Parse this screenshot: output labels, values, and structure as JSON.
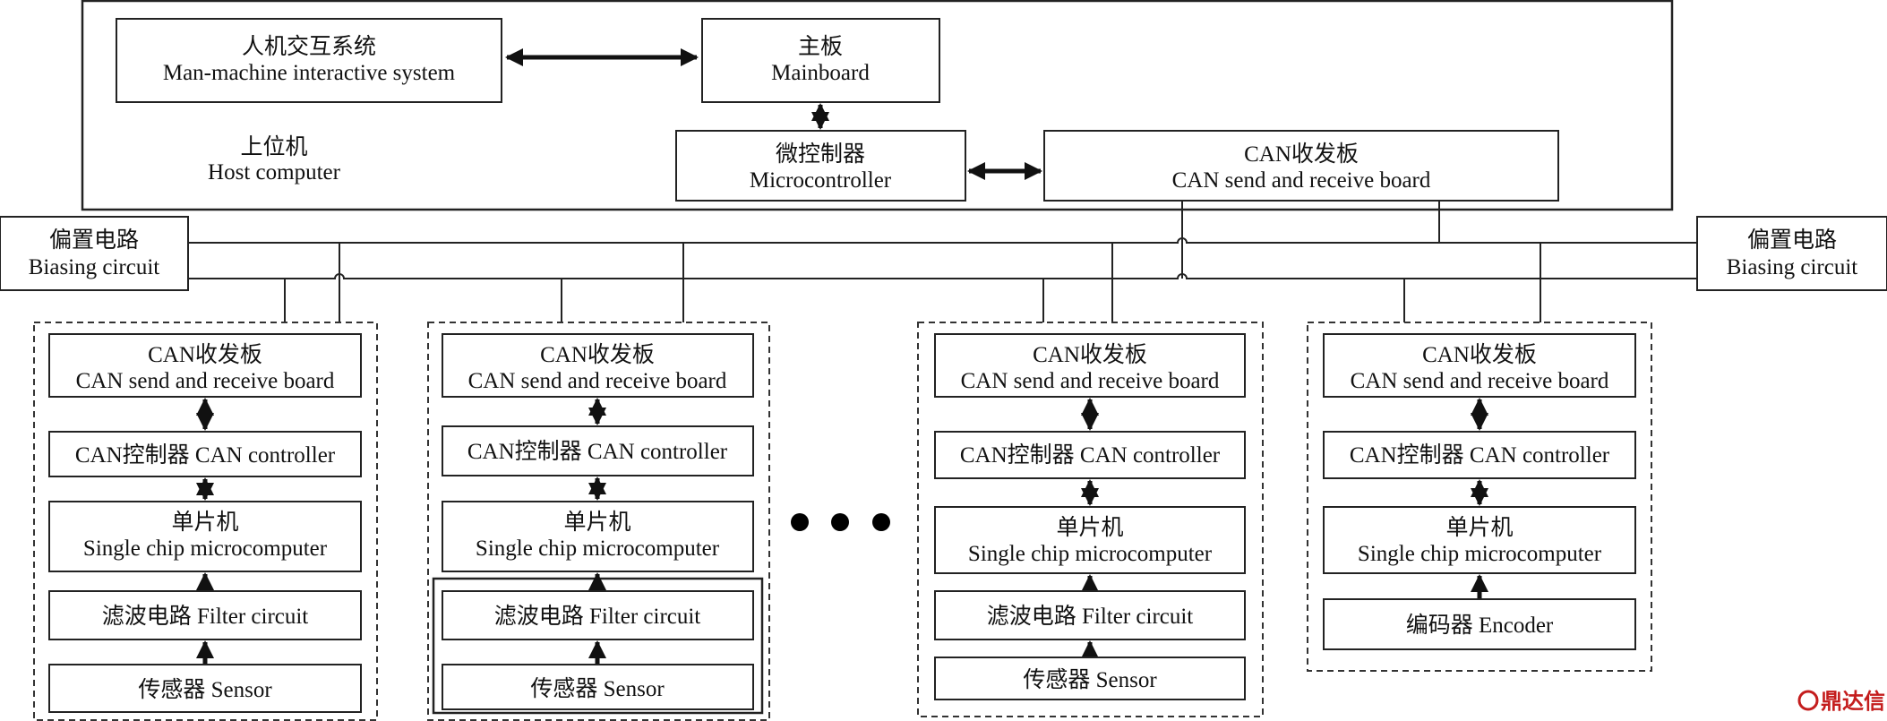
{
  "host": {
    "label_cn": "上位机",
    "label_en": "Host computer",
    "hmi": {
      "cn": "人机交互系统",
      "en": "Man-machine interactive system"
    },
    "mainboard": {
      "cn": "主板",
      "en": "Mainboard"
    },
    "mcu": {
      "cn": "微控制器",
      "en": "Microcontroller"
    },
    "can_board": {
      "cn": "CAN收发板",
      "en": "CAN send and receive board"
    }
  },
  "bias_left": {
    "cn": "偏置电路",
    "en": "Biasing circuit"
  },
  "bias_right": {
    "cn": "偏置电路",
    "en": "Biasing circuit"
  },
  "nodes": [
    {
      "can_cn": "CAN收发板",
      "can_en": "CAN send and receive board",
      "ctrl": "CAN控制器 CAN controller",
      "scm_cn": "单片机",
      "scm_en": "Single chip microcomputer",
      "filter": "滤波电路 Filter circuit",
      "input": "传感器 Sensor"
    },
    {
      "can_cn": "CAN收发板",
      "can_en": "CAN send and receive board",
      "ctrl": "CAN控制器 CAN controller",
      "scm_cn": "单片机",
      "scm_en": "Single chip microcomputer",
      "filter": "滤波电路 Filter circuit",
      "input": "传感器 Sensor"
    },
    {
      "can_cn": "CAN收发板",
      "can_en": "CAN send and receive board",
      "ctrl": "CAN控制器 CAN controller",
      "scm_cn": "单片机",
      "scm_en": "Single chip microcomputer",
      "filter": "滤波电路 Filter circuit",
      "input": "传感器 Sensor"
    },
    {
      "can_cn": "CAN收发板",
      "can_en": "CAN send and receive board",
      "ctrl": "CAN控制器 CAN controller",
      "scm_cn": "单片机",
      "scm_en": "Single chip microcomputer",
      "input": "编码器 Encoder"
    }
  ],
  "watermark": "鼎达信",
  "watermark_icon": "logo-circle-icon"
}
